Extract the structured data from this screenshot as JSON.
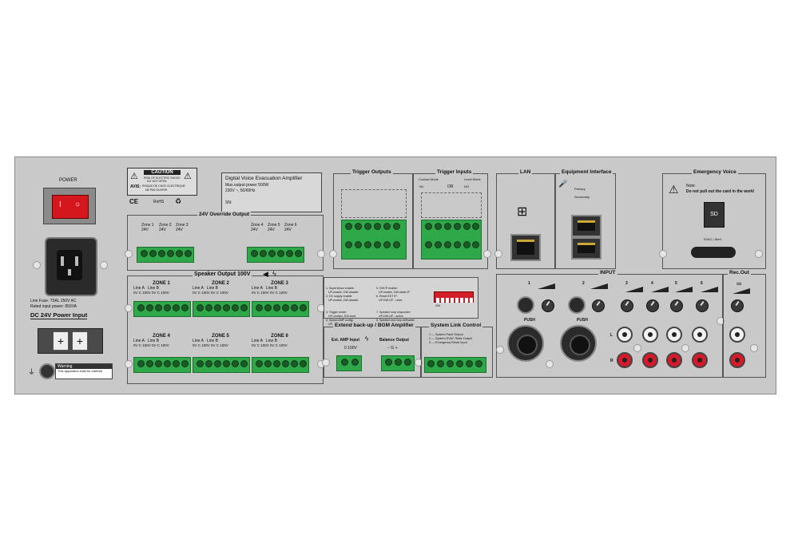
{
  "power": {
    "label": "POWER"
  },
  "fuse": {
    "line1": "Line Fuse:",
    "fuse_value": "T5AL 250V AC",
    "line2": "Rated input power:",
    "power_value": "850VA"
  },
  "dc_input": {
    "label": "DC 24V Power Input"
  },
  "warning": {
    "title": "Warning",
    "text": "This apparatus shall be earthed"
  },
  "caution": {
    "title": "CAUTION",
    "line1": "RISK OF ELECTRIC SHOCK",
    "line2": "DO NOT OPEN",
    "avis": "AVIS:",
    "avis_text1": "RISQUE DE CHOC ELECTRIQUE",
    "avis_text2": "NE PAS OUVRIR"
  },
  "cert_marks": [
    "CE",
    "RoHS",
    "WEEE"
  ],
  "product_label": {
    "name": "Digital Voice Evacuation Amplifier",
    "line1": "Max.output power 500W",
    "line2": "230V ~, 50/60Hz",
    "sn": "SN:"
  },
  "override": {
    "title": "24V Override Output",
    "zones": [
      {
        "name": "Zone 1",
        "volt": "24V"
      },
      {
        "name": "Zone 2",
        "volt": "24V"
      },
      {
        "name": "Zone 3",
        "volt": "24V"
      },
      {
        "name": "Zone 4",
        "volt": "24V"
      },
      {
        "name": "Zone 5",
        "volt": "24V"
      },
      {
        "name": "Zone 6",
        "volt": "24V"
      }
    ]
  },
  "trigger_outputs": {
    "title": "Trigger Outputs"
  },
  "trigger_inputs": {
    "title": "Trigger Inputs",
    "contact_mode": "Contact Mode",
    "level_mode": "Level Mode",
    "or": "OR",
    "nc": "NC",
    "no": "NO"
  },
  "lan": {
    "title": "LAN"
  },
  "equipment": {
    "title": "Equipment Interface",
    "primary": "Primary",
    "secondary": "Secondary"
  },
  "emergency": {
    "title": "Emergency Voice",
    "note1": "Note:",
    "note2": "Do not pull out the card in the work!",
    "card": "EVAC / Alert"
  },
  "speaker": {
    "title": "Speaker Output 100V",
    "zones": [
      {
        "name": "ZONE 1"
      },
      {
        "name": "ZONE 2"
      },
      {
        "name": "ZONE 3"
      },
      {
        "name": "ZONE 4"
      },
      {
        "name": "ZONE 5"
      },
      {
        "name": "ZONE 6"
      }
    ],
    "line_a": "Line A",
    "line_b": "Line B",
    "terminals": "0V  C  100V 0V  C  100V"
  },
  "dip_legend": {
    "left": [
      "1. Supervision enable:",
      "   UP-enable, DW-disable",
      "2. DC supply enable:",
      "   UP-enable, DW-disable",
      "3. Trigger mode:",
      "   UP-contact, DW-level",
      "4. Speed AMP config:",
      "   UP-config, DW-none"
    ],
    "right": [
      "5. DHCP enable:",
      "   UP-enable, DW-static IP",
      "6. Reset EST IP:",
      "   UP-DW-UP - reset",
      "7. Speaker loop responder:",
      "   UP-DW-UP - active",
      "8. Speaker bus loop definable:",
      "   UP-enable, DW-disable"
    ],
    "switch_label": "ON"
  },
  "extend": {
    "title": "Extend back-up / BGM Amplifier",
    "ext_amp": "Ext. AMP Input",
    "ext_amp_terms": "0  100V",
    "balance": "Balance Output",
    "balance_terms": "−  G  +"
  },
  "system_link": {
    "title": "System Link Control",
    "lines": [
      "1 — System Fault Output",
      "2 — System EVAC State Output",
      "3 — Emergency Reset Input"
    ]
  },
  "input": {
    "title": "INPUT",
    "channels": [
      "1",
      "2",
      "3",
      "4",
      "5",
      "6"
    ],
    "push": "PUSH",
    "left": "L",
    "right": "R"
  },
  "rec_out": {
    "title": "Rec.Out"
  }
}
